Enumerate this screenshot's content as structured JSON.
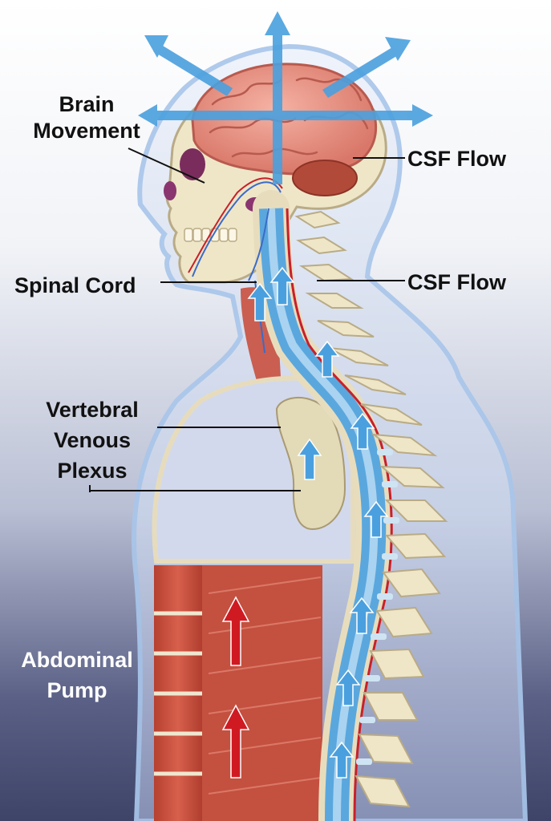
{
  "labels": {
    "brain_movement_1": "Brain",
    "brain_movement_2": "Movement",
    "csf_flow_top": "CSF Flow",
    "csf_flow_mid": "CSF Flow",
    "spinal_cord": "Spinal Cord",
    "vertebral_1": "Vertebral",
    "vertebral_2": "Venous",
    "vertebral_3": "Plexus",
    "abdominal_1": "Abdominal",
    "abdominal_2": "Pump"
  },
  "colors": {
    "body_outline": "#a9c6ea",
    "brain": "#e89080",
    "bone": "#efe6c8",
    "muscle": "#c8503f",
    "csf": "#5aa7de",
    "vessel_red": "#c8202a",
    "arrow_blue": "#4aa0de",
    "arrow_red": "#d01a22"
  }
}
